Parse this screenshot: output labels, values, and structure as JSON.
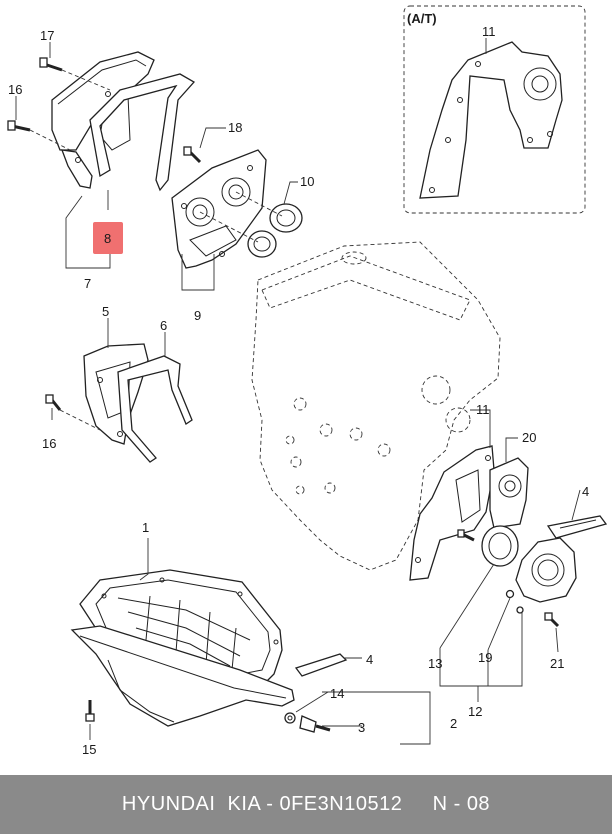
{
  "diagram": {
    "inset_label": "(A/T)",
    "callouts": {
      "c17": "17",
      "c16a": "16",
      "c18": "18",
      "c10": "10",
      "c8": "8",
      "c7": "7",
      "c9": "9",
      "c5": "5",
      "c6": "6",
      "c16b": "16",
      "c11a": "11",
      "c11b": "11",
      "c20": "20",
      "c4a": "4",
      "c1": "1",
      "c4b": "4",
      "c14": "14",
      "c3": "3",
      "c2": "2",
      "c15": "15",
      "c13": "13",
      "c19": "19",
      "c12": "12",
      "c21": "21"
    },
    "highlight_color": "#f07070"
  },
  "footer": {
    "text": "HYUNDAI  KIA - 0FE3N10512     N - 08"
  }
}
